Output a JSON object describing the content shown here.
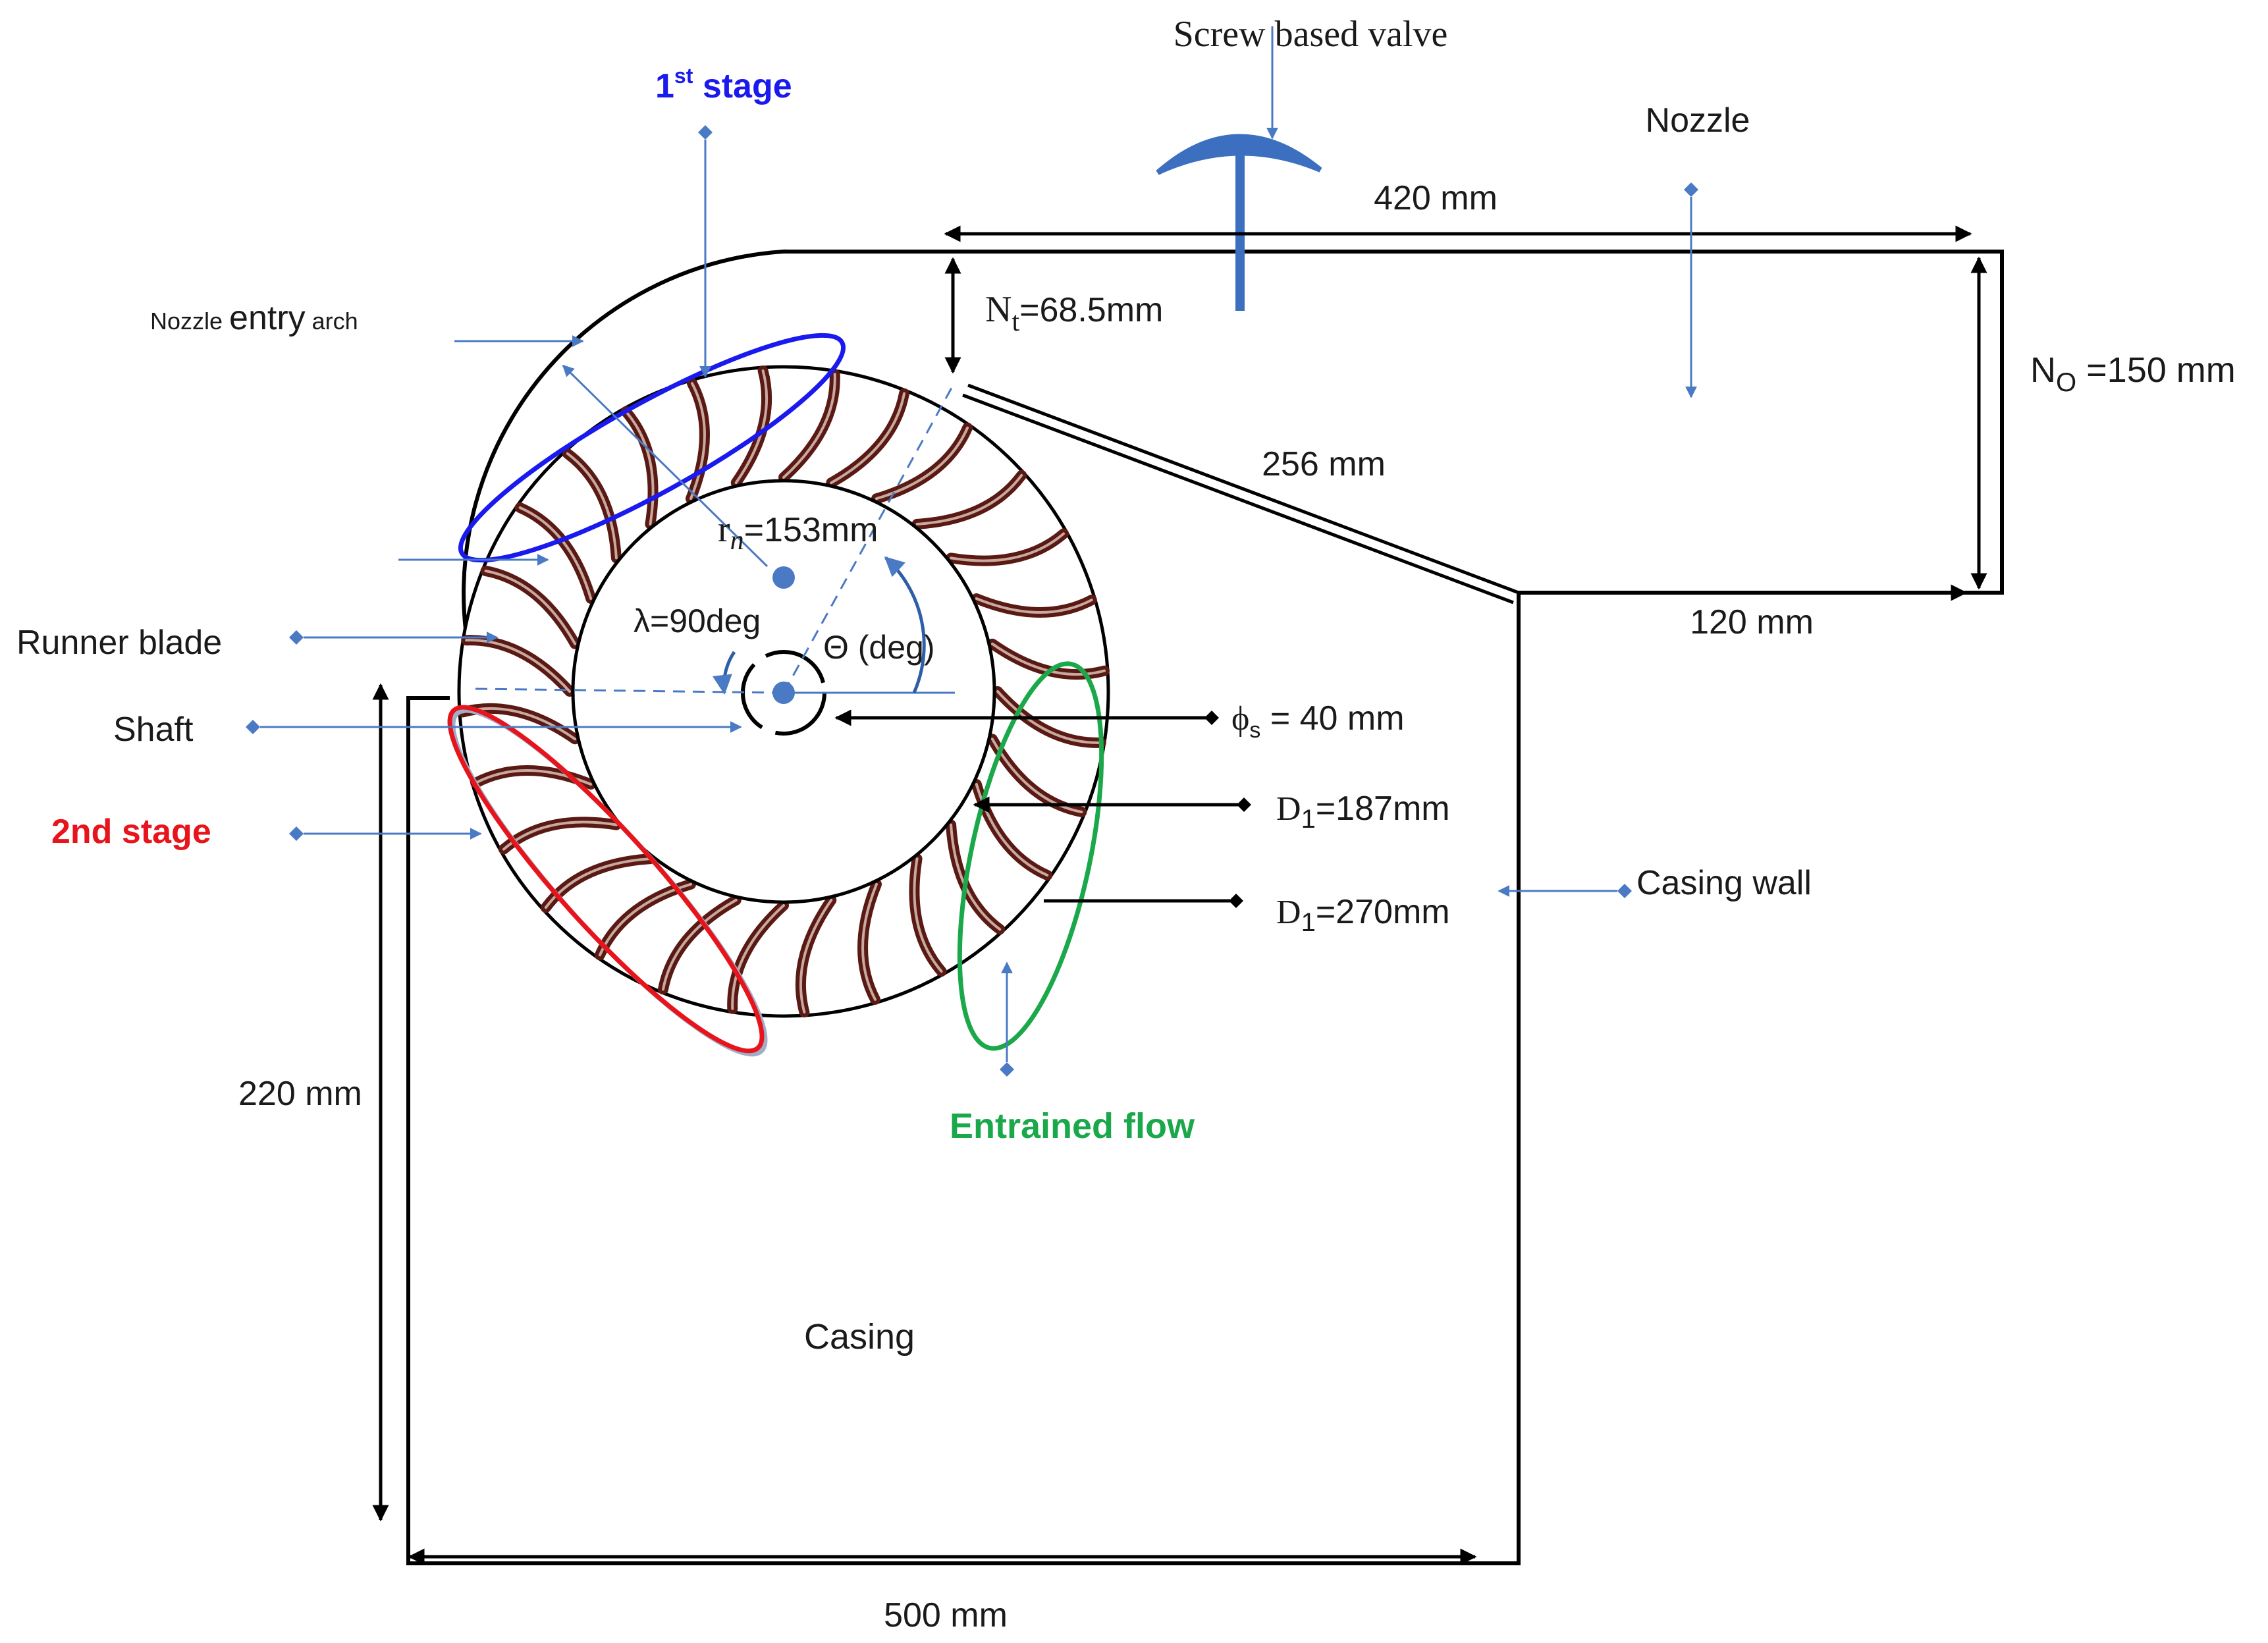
{
  "labels": {
    "first_stage_main": "1",
    "first_stage_sup": "st",
    "first_stage_tail": " stage",
    "screw_valve": "Screw based valve",
    "nozzle": "Nozzle",
    "nozzle_entry_small1": "Nozzle ",
    "nozzle_entry_big": "entry",
    "nozzle_entry_small2": " arch",
    "runner_blade": "Runner blade",
    "shaft": "Shaft",
    "second_stage": "2nd stage",
    "entrained_flow": "Entrained flow",
    "casing": "Casing",
    "casing_wall": "Casing wall"
  },
  "dimensions": {
    "nozzle_length": "420 mm",
    "nt_main": "N",
    "nt_sub": "t",
    "nt_value": "=68.5mm",
    "no_main": "N",
    "no_sub": "O",
    "no_value": " =150 mm",
    "diag": "256 mm",
    "nozzle_bottom": "120 mm",
    "rn_main": "r",
    "rn_sub": "n",
    "rn_value": "=153mm",
    "lambda": "λ=90deg",
    "theta": "Θ (deg)",
    "phi_main": "ϕ",
    "phi_sub": "s",
    "phi_value": " = 40 mm",
    "d1a_main": "D",
    "d1a_sub": "1",
    "d1a_value": "=187mm",
    "d1b_main": "D",
    "d1b_sub": "1",
    "d1b_value": "=270mm",
    "casing_height": "220 mm",
    "casing_width": "500 mm"
  },
  "colors": {
    "first_stage": "#1a1aee",
    "second_stage": "#e8141c",
    "entrained_flow": "#1aa84a",
    "leader": "#4a7ac4",
    "blade": "#5a1a14",
    "valve": "#3d6fc0"
  }
}
